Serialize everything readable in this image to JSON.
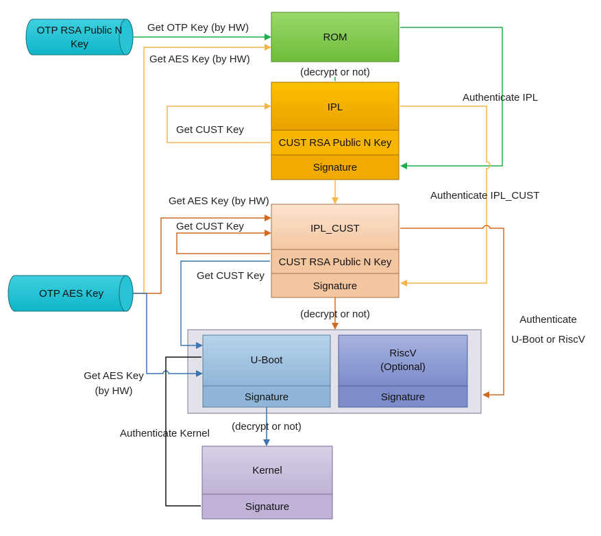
{
  "colors": {
    "green": "#1fae4a",
    "light_orange": "#f7b44a",
    "orange": "#d2691e",
    "blue": "#3b73ad",
    "black": "#111111"
  },
  "keys": {
    "otp_rsa": "OTP RSA Public N Key",
    "otp_aes": "OTP AES Key"
  },
  "boxes": {
    "rom": "ROM",
    "ipl": "IPL",
    "ipl_cust_key": "CUST RSA Public N Key",
    "ipl_signature": "Signature",
    "iplcust": "IPL_CUST",
    "iplcust_cust_key": "CUST RSA Public N Key",
    "iplcust_signature": "Signature",
    "uboot": "U-Boot",
    "uboot_signature": "Signature",
    "riscv_line1": "RiscV",
    "riscv_line2": "(Optional)",
    "riscv_signature": "Signature",
    "kernel": "Kernel",
    "kernel_signature": "Signature"
  },
  "labels": {
    "get_otp_key": "Get OTP Key (by HW)",
    "get_aes_key_rom": "Get AES Key (by HW)",
    "decrypt_rom": "(decrypt or not)",
    "authenticate_ipl": "Authenticate IPL",
    "get_cust_key_ipl": "Get CUST Key",
    "authenticate_ipl_cust": "Authenticate IPL_CUST",
    "get_aes_key_iplcust": "Get AES Key (by HW)",
    "get_cust_key_iplcust": "Get CUST Key",
    "get_cust_key_uboot": "Get CUST Key",
    "decrypt_iplcust": "(decrypt or not)",
    "authenticate_uboot_1": "Authenticate",
    "authenticate_uboot_2": "U-Boot or RiscV",
    "get_aes_key_uboot_1": "Get AES Key",
    "get_aes_key_uboot_2": "(by HW)",
    "authenticate_kernel": "Authenticate Kernel",
    "decrypt_uboot": "(decrypt or not)"
  }
}
